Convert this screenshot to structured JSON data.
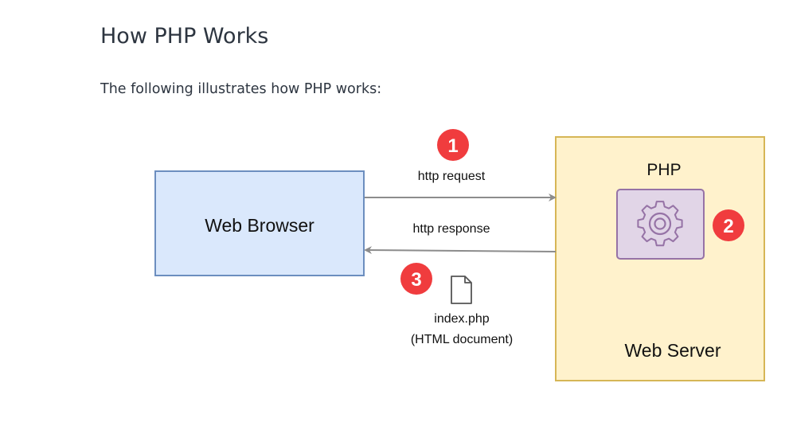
{
  "page": {
    "title": "How PHP Works",
    "intro": "The following illustrates how PHP works:"
  },
  "diagram": {
    "browser": {
      "label": "Web Browser",
      "fill": "#dae8fc",
      "stroke": "#6c8ebf"
    },
    "server": {
      "label": "Web Server",
      "php_label": "PHP",
      "fill": "#fff2cc",
      "stroke": "#d6b656",
      "php_fill": "#e1d5e7",
      "php_stroke": "#9673a6",
      "icon": "gear-icon"
    },
    "request": {
      "label": "http request",
      "step": "1"
    },
    "processing": {
      "step": "2"
    },
    "response": {
      "label": "http response",
      "step": "3"
    },
    "document": {
      "icon": "document-icon",
      "name": "index.php",
      "description": "(HTML document)"
    },
    "colors": {
      "badge": "#f03c3e",
      "arrow": "#8c8c8c"
    }
  }
}
